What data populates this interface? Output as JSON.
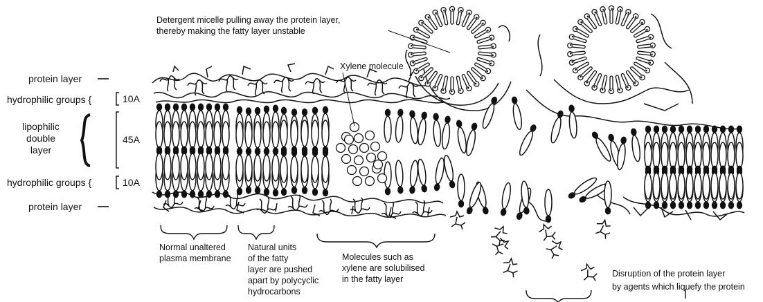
{
  "left_labels": {
    "protein_top": "protein layer",
    "hydrophilic_top": "hydrophilic groups",
    "lipophilic": "lipophilic\ndouble\nlayer",
    "hydrophilic_bottom": "hydrophilic groups",
    "protein_bottom": "protein layer"
  },
  "thickness": {
    "top": "10A",
    "middle": "45A",
    "bottom": "10A"
  },
  "annotations": {
    "micelle": "Detergent micelle pulling away the protein layer,\nthereby making the fatty layer unstable",
    "xylene": "Xylene molecule"
  },
  "captions": {
    "normal": "Normal unaltered\nplasma membrane",
    "natural_units": "Natural units\nof the fatty\nlayer are pushed\napart by polycyclic\nhydrocarbons",
    "solubilised": "Molecules such as\nxylene are solubilised\nin the fatty layer",
    "disruption": "Disruption of the protein layer\nby agents which liquefy the protein"
  },
  "colors": {
    "ink": "#111111",
    "background": "#ffffff"
  }
}
